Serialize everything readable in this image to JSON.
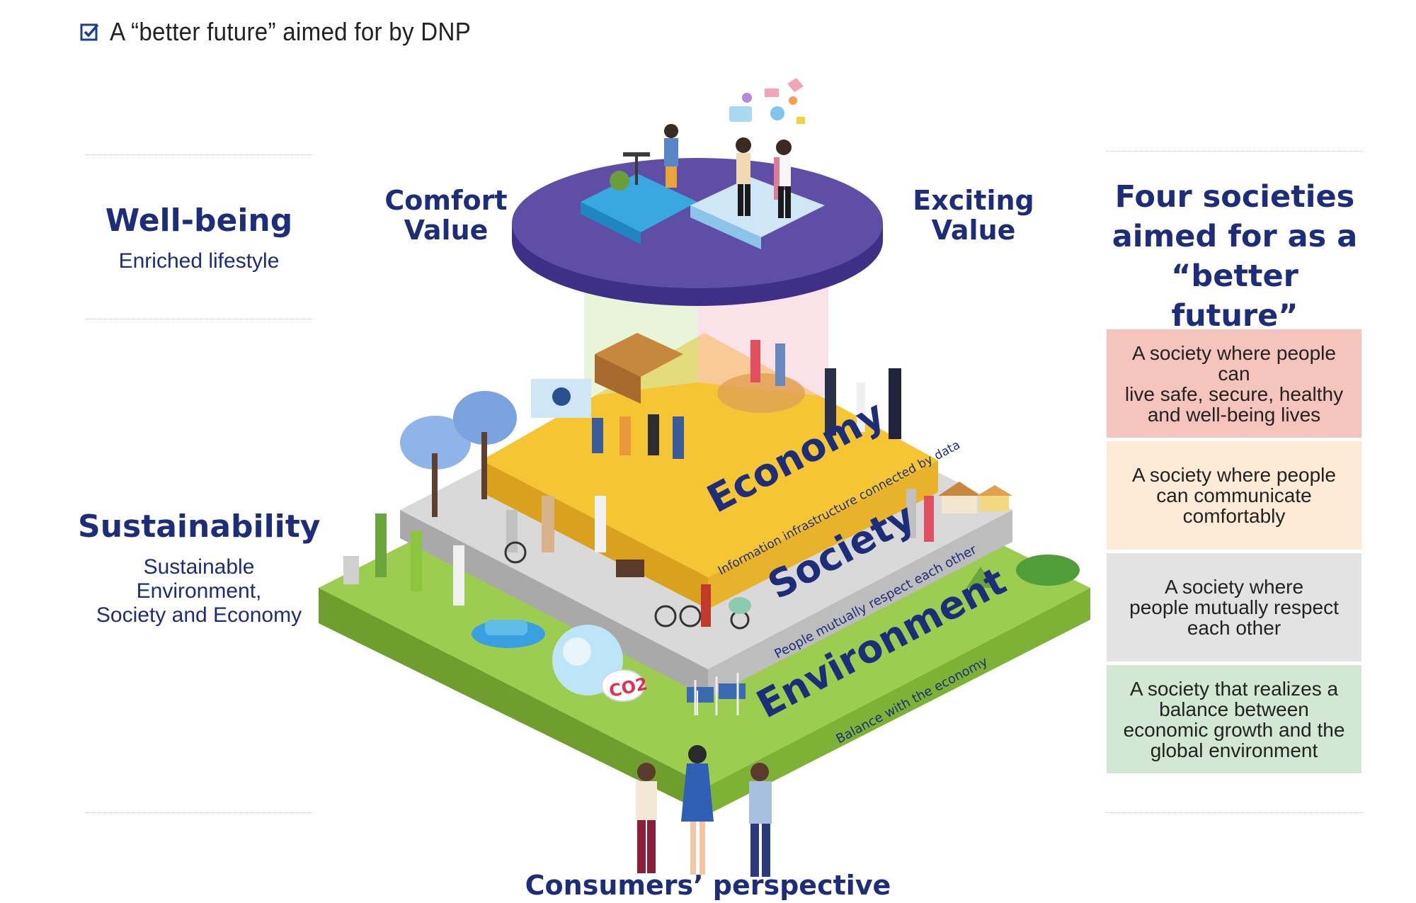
{
  "header": {
    "title": "A “better future” aimed for by DNP"
  },
  "left": {
    "wellbeing": {
      "title": "Well-being",
      "subtitle": "Enriched lifestyle"
    },
    "sustainability": {
      "title": "Sustainability",
      "subtitle_lines": [
        "Sustainable",
        "Environment,",
        "Society and Economy"
      ]
    }
  },
  "values": {
    "comfort": [
      "Comfort",
      "Value"
    ],
    "exciting": [
      "Exciting",
      "Value"
    ]
  },
  "layers": {
    "economy": {
      "label": "Economy",
      "caption": "Information infrastructure connected by data"
    },
    "society": {
      "label": "Society",
      "caption": "People mutually respect each other"
    },
    "environment": {
      "label": "Environment",
      "caption": "Balance with the economy"
    }
  },
  "right": {
    "heading_lines": [
      "Four societies",
      "aimed for as a",
      "“better future”"
    ],
    "boxes": [
      {
        "lines": [
          "A society where people can",
          "live safe, secure, healthy",
          "and well-being lives"
        ],
        "color": "#f5c4bc"
      },
      {
        "lines": [
          "A society where people",
          "can communicate",
          "comfortably"
        ],
        "color": "#fdebd7"
      },
      {
        "lines": [
          "A society where",
          "people mutually respect",
          "each other"
        ],
        "color": "#e3e3e3"
      },
      {
        "lines": [
          "A society that realizes a",
          "balance between",
          "economic growth and the",
          "global environment"
        ],
        "color": "#d3e8d2"
      }
    ]
  },
  "co2": "CO2",
  "bottom": {
    "label": "Consumers’ perspective"
  },
  "colors": {
    "navy": "#1d2d7a",
    "economy": "#f2c12e",
    "society": "#d7d7d7",
    "environment": "#8cc63f",
    "disc": "#5e4ea6"
  }
}
